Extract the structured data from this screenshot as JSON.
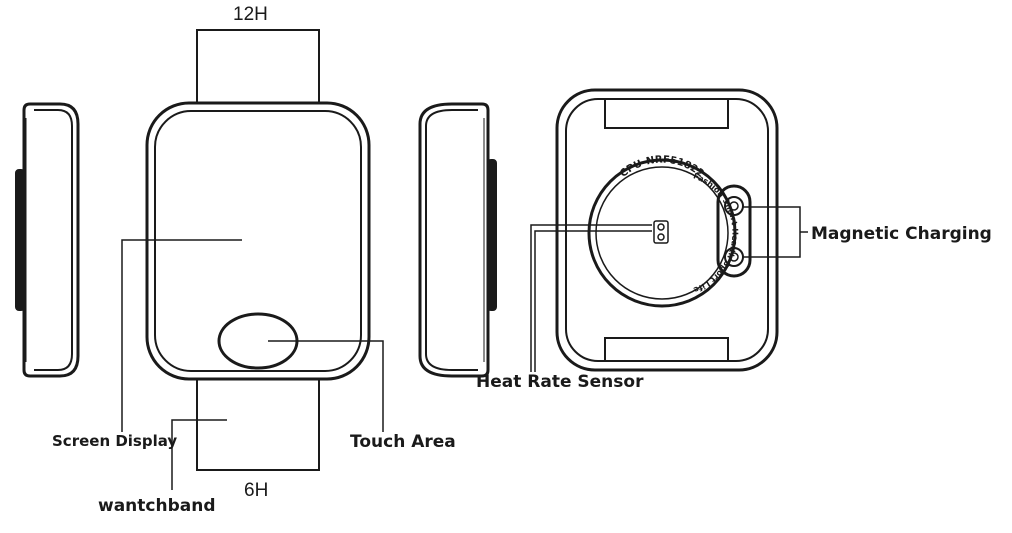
{
  "labels": {
    "top_hour": "12H",
    "bottom_hour": "6H",
    "screen_display": "Screen Display",
    "wantchband": "wantchband",
    "touch_area": "Touch Area",
    "heart_rate_sensor": "Heat Rate Sensor",
    "magnetic_charging": "Magnetic Charging"
  },
  "back_engraving": {
    "cpu": "CPU-NRF51822",
    "tagline": "Fashion Smart Health Sport Life"
  },
  "colors": {
    "line": "#1a1a1a",
    "background": "#ffffff"
  }
}
